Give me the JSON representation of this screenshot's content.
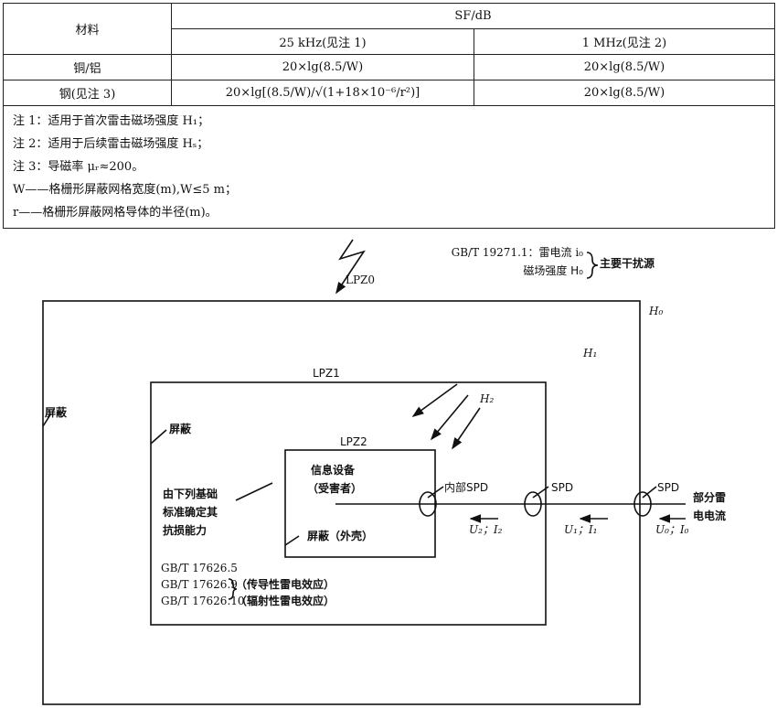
{
  "table": {
    "header_material": "材料",
    "header_sf": "SF/dB",
    "col_25khz": "25 kHz(见注 1)",
    "col_1mhz": "1 MHz(见注 2)",
    "rows": [
      {
        "material": "铜/铝",
        "khz": "20×lg(8.5/W)",
        "mhz": "20×lg(8.5/W)"
      },
      {
        "material": "钢(见注 3)",
        "khz": "20×lg[(8.5/W)/√(1+18×10⁻⁶/r²)]",
        "mhz": "20×lg(8.5/W)"
      }
    ],
    "notes": [
      "注 1：适用于首次雷击磁场强度 H₁；",
      "注 2：适用于后续雷击磁场强度 Hₛ；",
      "注 3：导磁率 μᵣ≈200。",
      "W——格栅形屏蔽网格宽度(m),W≤5 m；",
      "r——格栅形屏蔽网格导体的半径(m)。"
    ]
  },
  "diagram": {
    "lpz0": "LPZ0",
    "lpz1": "LPZ1",
    "lpz2": "LPZ2",
    "source_std": "GB/T 19271.1：雷电流 i₀",
    "source_field": "磁场强度 H₀",
    "main_source": "主要干扰源",
    "h0": "H₀",
    "h1": "H₁",
    "h2": "H₂",
    "shield_outer": "屏蔽",
    "shield_lpz1": "屏蔽",
    "device": "信息设备",
    "victim": "（受害者）",
    "shield_case": "屏蔽（外壳）",
    "immunity": [
      "由下列基础",
      "标准确定其",
      "抗损能力"
    ],
    "stds": [
      "GB/T 17626.5",
      "GB/T 17626.9",
      "GB/T 17626.10"
    ],
    "effects": [
      "（传导性雷电效应）",
      "（辐射性雷电效应）"
    ],
    "spd_internal": "内部SPD",
    "spd1": "SPD",
    "spd0": "SPD",
    "partial_current": [
      "部分雷",
      "电电流"
    ],
    "u2": "U₂；I₂",
    "u1": "U₁；I₁",
    "u0": "U₀；I₀"
  }
}
